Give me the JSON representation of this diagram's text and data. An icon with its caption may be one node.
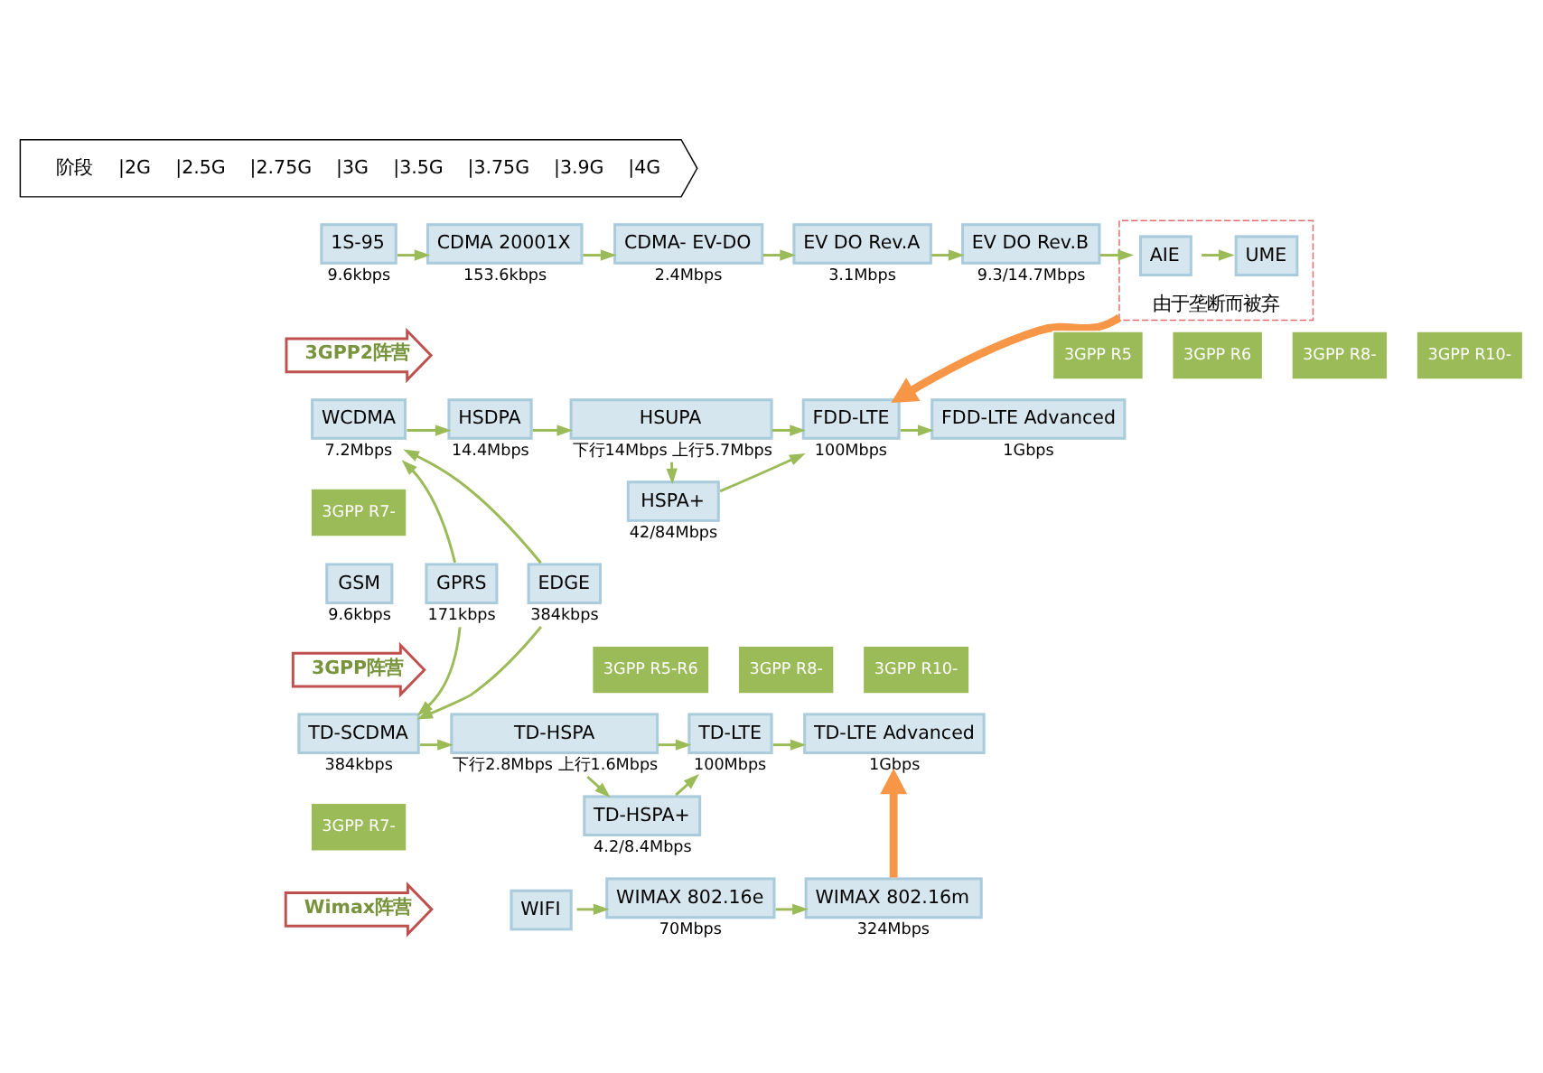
{
  "diagram": {
    "nodes": [
      {
        "text": [
          "阶段",
          "|2G",
          "|2.5G",
          "|2.75G",
          "|3G",
          "|3.5G",
          "|3.75G",
          "|3.9G",
          "|4G"
        ]
      },
      {
        "text": [
          "1S-95"
        ],
        "beside": [
          "9.6kbps"
        ]
      },
      {
        "text": [
          "CDMA 20001X"
        ],
        "beside": [
          "153.6kbps"
        ]
      },
      {
        "text": [
          "CDMA- EV-DO"
        ],
        "beside": [
          "2.4Mbps"
        ]
      },
      {
        "text": [
          "EV DO Rev.A"
        ],
        "beside": [
          "3.1Mbps"
        ]
      },
      {
        "text": [
          "EV DO Rev.B"
        ],
        "beside": [
          "9.3/14.7Mbps"
        ]
      },
      {
        "text": [
          "由于垄断而被弃"
        ]
      },
      {
        "text": [
          "AIE"
        ],
        "in": 6
      },
      {
        "text": [
          "UME"
        ],
        "in": 6
      },
      {
        "text": [
          "3GPP2阵营"
        ]
      },
      {
        "text": [
          "3GPP R5"
        ]
      },
      {
        "text": [
          "3GPP R6"
        ]
      },
      {
        "text": [
          "3GPP R8-"
        ]
      },
      {
        "text": [
          "3GPP R10-"
        ]
      },
      {
        "text": [
          "WCDMA"
        ],
        "beside": [
          "7.2Mbps"
        ]
      },
      {
        "text": [
          "HSDPA"
        ],
        "beside": [
          "14.4Mbps"
        ]
      },
      {
        "text": [
          "HSUPA"
        ],
        "beside": [
          "下行14Mbps 上行5.7Mbps"
        ]
      },
      {
        "text": [
          "FDD-LTE"
        ],
        "beside": [
          "100Mbps"
        ]
      },
      {
        "text": [
          "FDD-LTE Advanced"
        ],
        "beside": [
          "1Gbps"
        ]
      },
      {
        "text": [
          "3GPP R7-"
        ]
      },
      {
        "text": [
          "HSPA+"
        ],
        "beside": [
          "42/84Mbps"
        ]
      },
      {
        "text": [
          "GSM"
        ],
        "beside": [
          "9.6kbps"
        ]
      },
      {
        "text": [
          "GPRS"
        ],
        "beside": [
          "171kbps"
        ]
      },
      {
        "text": [
          "EDGE"
        ],
        "beside": [
          "384kbps"
        ]
      },
      {
        "text": [
          "3GPP阵营"
        ]
      },
      {
        "text": [
          "3GPP R5-R6"
        ]
      },
      {
        "text": [
          "3GPP R8-"
        ]
      },
      {
        "text": [
          "3GPP R10-"
        ]
      },
      {
        "text": [
          "TD-SCDMA"
        ],
        "beside": [
          "384kbps"
        ]
      },
      {
        "text": [
          "TD-HSPA"
        ],
        "beside": [
          "下行2.8Mbps 上行1.6Mbps"
        ]
      },
      {
        "text": [
          "TD-LTE"
        ],
        "beside": [
          "100Mbps"
        ]
      },
      {
        "text": [
          "TD-LTE Advanced"
        ],
        "beside": [
          "1Gbps"
        ]
      },
      {
        "text": [
          "3GPP R7-"
        ]
      },
      {
        "text": [
          "TD-HSPA+"
        ],
        "beside": [
          "4.2/8.4Mbps"
        ]
      },
      {
        "text": [
          "Wimax阵营"
        ]
      },
      {
        "text": [
          "WIFI"
        ]
      },
      {
        "text": [
          "WIMAX 802.16e"
        ],
        "beside": [
          "70Mbps"
        ]
      },
      {
        "text": [
          "WIMAX 802.16m"
        ],
        "beside": [
          "324Mbps"
        ]
      }
    ],
    "edges": [
      {
        "from": 1,
        "to": 2,
        "arrow": "to"
      },
      {
        "from": 2,
        "to": 3,
        "arrow": "to"
      },
      {
        "from": 3,
        "to": 4,
        "arrow": "to"
      },
      {
        "from": 4,
        "to": 5,
        "arrow": "to"
      },
      {
        "from": 5,
        "to": 7,
        "arrow": "to"
      },
      {
        "from": 7,
        "to": 8,
        "arrow": "to"
      },
      {
        "from": 6,
        "to": 17,
        "arrow": "to",
        "style": "thick",
        "color": "#f79646"
      },
      {
        "from": 22,
        "to": 14,
        "arrow": "to"
      },
      {
        "from": 23,
        "to": 14,
        "arrow": "to"
      },
      {
        "from": 14,
        "to": 15,
        "arrow": "to"
      },
      {
        "from": 15,
        "to": 16,
        "arrow": "to"
      },
      {
        "from": 16,
        "to": 17,
        "arrow": "to"
      },
      {
        "from": 16,
        "to": 20,
        "arrow": "to"
      },
      {
        "from": 20,
        "to": 17,
        "arrow": "to"
      },
      {
        "from": 17,
        "to": 18,
        "arrow": "to"
      },
      {
        "from": 22,
        "to": 28,
        "arrow": "to"
      },
      {
        "from": 23,
        "to": 28,
        "arrow": "to"
      },
      {
        "from": 28,
        "to": 29,
        "arrow": "to"
      },
      {
        "from": 29,
        "to": 30,
        "arrow": "to"
      },
      {
        "from": 29,
        "to": 33,
        "arrow": "to"
      },
      {
        "from": 33,
        "to": 30,
        "arrow": "to"
      },
      {
        "from": 30,
        "to": 31,
        "arrow": "to"
      },
      {
        "from": 35,
        "to": 36,
        "arrow": "to"
      },
      {
        "from": 36,
        "to": 37,
        "arrow": "to"
      },
      {
        "from": 37,
        "to": 31,
        "arrow": "to",
        "style": "thick",
        "color": "#f79646"
      }
    ]
  }
}
